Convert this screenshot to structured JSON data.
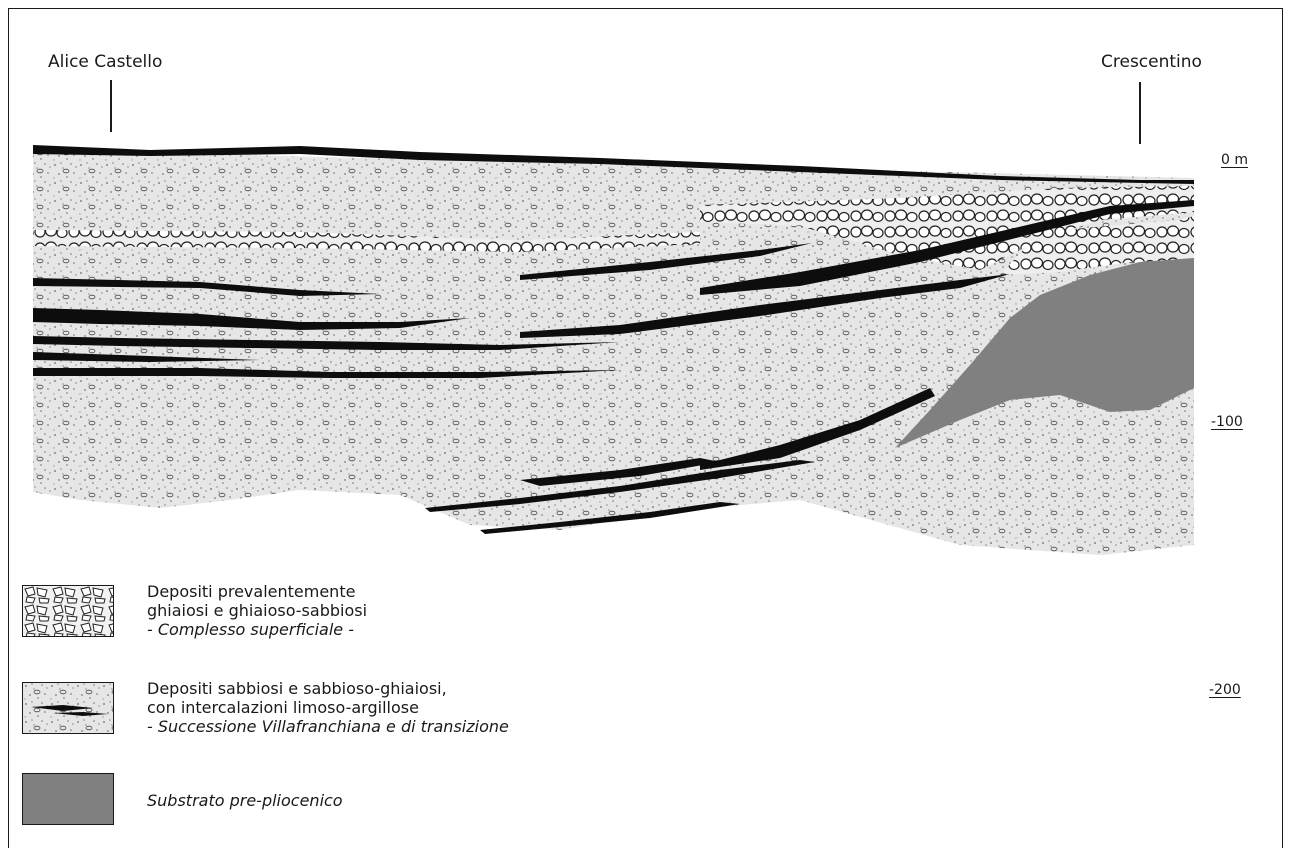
{
  "locations": {
    "left": "Alice Castello",
    "right": "Crescentino"
  },
  "depth_scale": {
    "unit_zero": "0 m",
    "d100": "-100",
    "d200": "-200"
  },
  "legend": [
    {
      "line1": "Depositi prevalentemente",
      "line2": "ghiaiosi e ghiaioso-sabbiosi",
      "italic": "- Complesso superficiale -",
      "pattern": "gravel"
    },
    {
      "line1": "Depositi sabbiosi e sabbioso-ghiaiosi,",
      "line2": "con intercalazioni limoso-argillose",
      "italic": "- Successione Villafranchiana e di transizione",
      "pattern": "sand-with-clay-lenses"
    },
    {
      "line1": "",
      "line2": "",
      "italic": "Substrato pre-pliocenico",
      "pattern": "grey-fill",
      "color": "#808080"
    }
  ],
  "colors": {
    "substrate": "#808080",
    "clay_layers": "#0d0d0d",
    "sand_background": "#e4e4e4",
    "surface_soil": "#0d0d0d"
  }
}
